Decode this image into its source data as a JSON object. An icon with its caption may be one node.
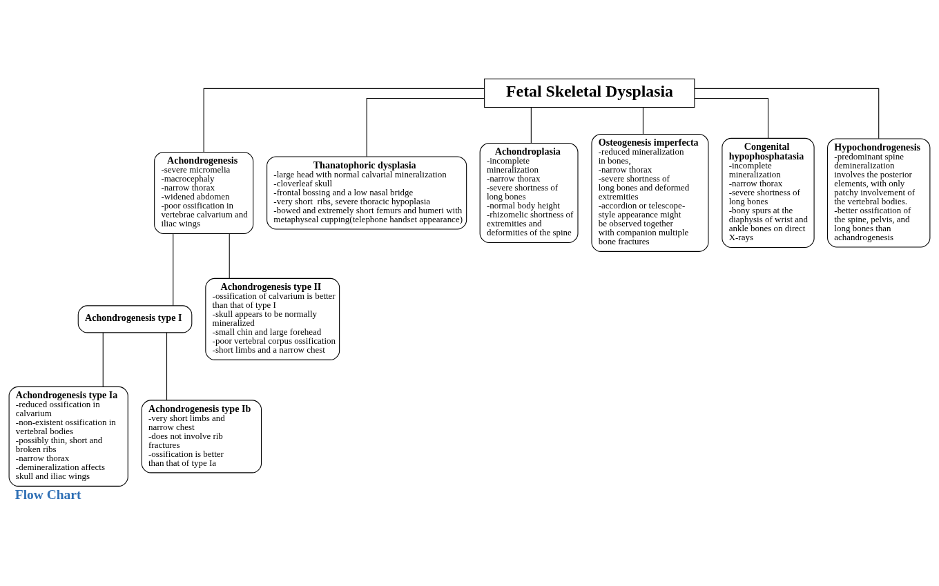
{
  "diagram": {
    "caption": "Flow Chart",
    "nodes": [
      {
        "text": [
          "Fetal Skeletal Dysplasia"
        ]
      },
      {
        "text": [
          "Achondrogenesis",
          "-severe micromelia",
          "-macrocephaly",
          "-narrow thorax",
          "-widened abdomen",
          "-poor ossification in vertebrae calvarium and iliac wings"
        ]
      },
      {
        "text": [
          "Thanatophoric dysplasia",
          "-large head with normal calvarial mineralization",
          "-cloverleaf skull",
          "-frontal bossing and a low nasal bridge",
          "-very short  ribs, severe thoracic hypoplasia",
          "-bowed and extremely short femurs and humeri with metaphyseal cupping(telephone handset appearance)"
        ]
      },
      {
        "text": [
          "Achondroplasia",
          "-incomplete mineralization",
          "-narrow thorax",
          "-severe shortness of long bones",
          "-normal body height",
          "-rhizomelic shortness of extremities and deformities of the spine"
        ]
      },
      {
        "text": [
          "Osteogenesis imperfecta",
          "-reduced mineralization in bones,",
          "-narrow thorax",
          "-severe shortness of long bones and deformed extremities",
          "-accordion or telescope-style appearance might be observed together with companion multiple bone fractures"
        ]
      },
      {
        "text": [
          "Congenital hypophosphatasia",
          "-incomplete mineralization",
          "-narrow thorax",
          "-severe shortness of long bones",
          "-bony spurs at the diaphysis of wrist and ankle bones on direct X-rays"
        ]
      },
      {
        "text": [
          "Hypochondrogenesis",
          "-predominant spine demineralization involves the posterior elements, with only patchy involvement of the vertebral bodies.",
          "-better ossification of the spine, pelvis, and long bones than achandrogenesis"
        ]
      },
      {
        "text": [
          "Achondrogenesis type I"
        ]
      },
      {
        "text": [
          "Achondrogenesis type II",
          "-ossification of calvarium is better than that of type I",
          "-skull appears to be normally mineralized",
          "-small chin and large forehead",
          "-poor vertebral corpus ossification",
          "-short limbs and a narrow chest"
        ]
      },
      {
        "text": [
          "Achondrogenesis type Ia",
          "-reduced ossification in calvarium",
          "-non-existent ossification in vertebral bodies",
          "-possibly thin, short and broken ribs",
          "-narrow thorax",
          "-demineralization affects skull and iliac wings"
        ]
      },
      {
        "text": [
          "Achondrogenesis type Ib",
          "-very short limbs and narrow chest",
          "-does not involve rib fractures",
          "-ossification is better than that of type Ia"
        ]
      }
    ],
    "edges": [
      {
        "from": 0,
        "to": 1,
        "arrow": "none"
      },
      {
        "from": 0,
        "to": 2,
        "arrow": "none"
      },
      {
        "from": 0,
        "to": 3,
        "arrow": "none"
      },
      {
        "from": 0,
        "to": 4,
        "arrow": "none"
      },
      {
        "from": 0,
        "to": 5,
        "arrow": "none"
      },
      {
        "from": 0,
        "to": 6,
        "arrow": "none"
      },
      {
        "from": 1,
        "to": 7,
        "arrow": "none"
      },
      {
        "from": 1,
        "to": 8,
        "arrow": "none"
      },
      {
        "from": 7,
        "to": 9,
        "arrow": "none"
      },
      {
        "from": 7,
        "to": 10,
        "arrow": "none"
      }
    ]
  }
}
